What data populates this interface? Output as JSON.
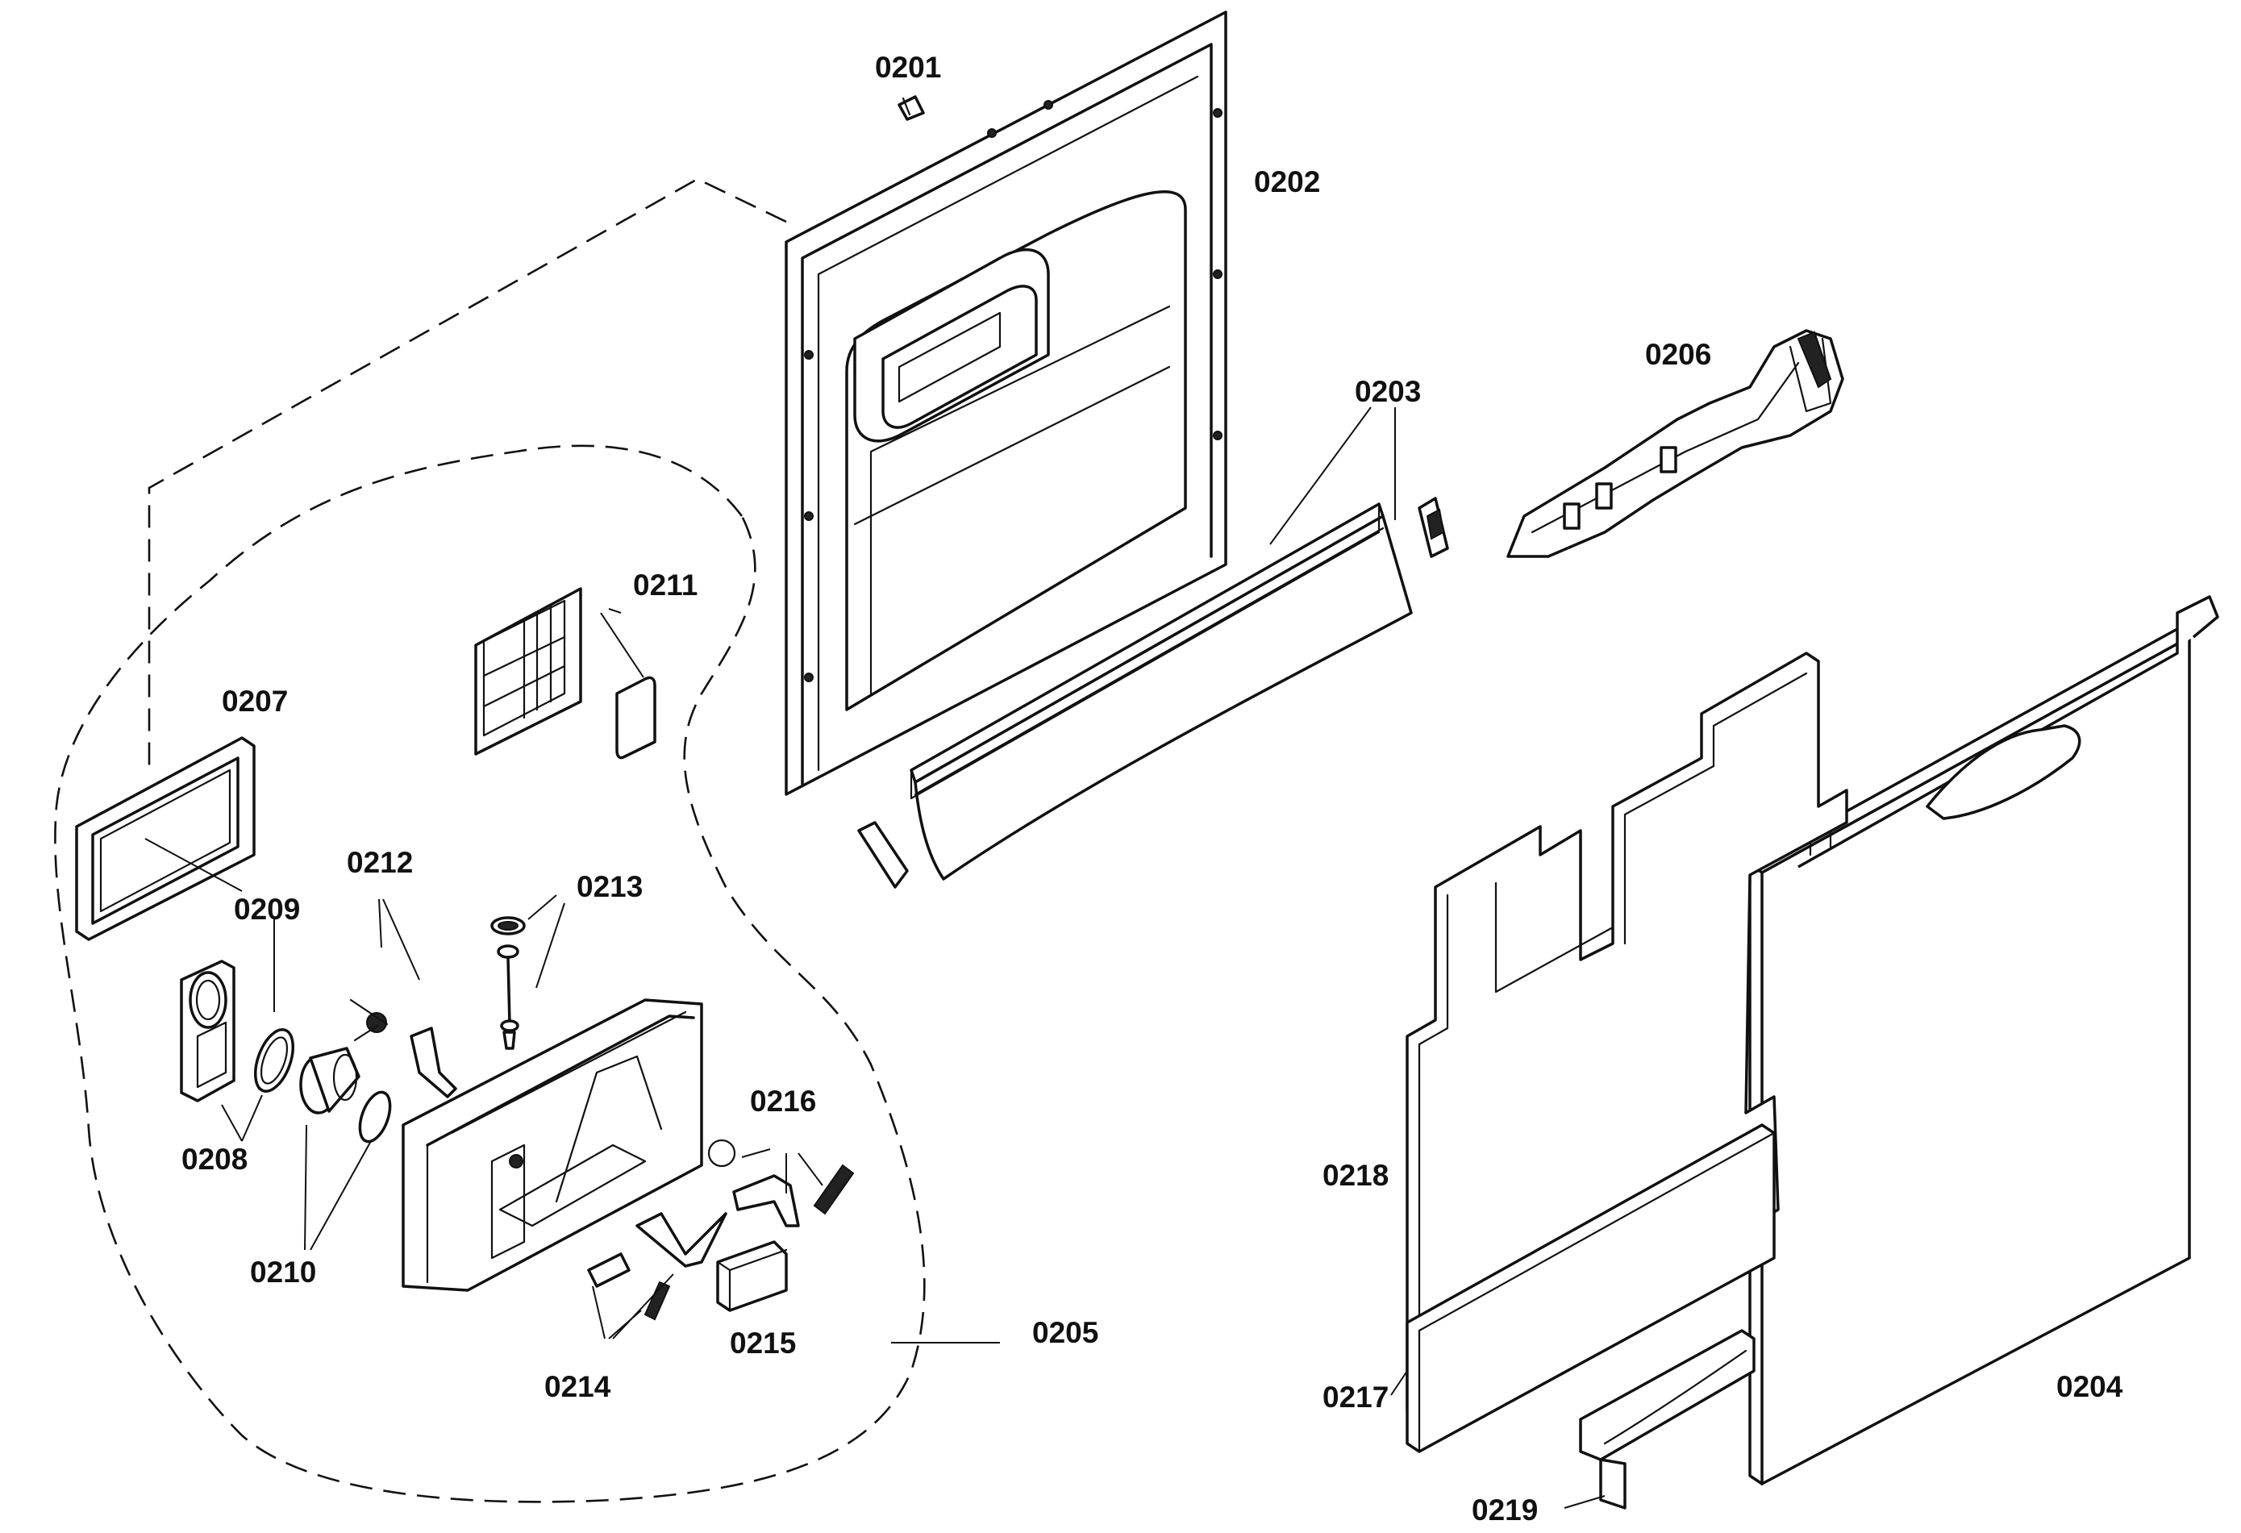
{
  "diagram": {
    "type": "exploded-parts-diagram",
    "labels": [
      {
        "id": "0201",
        "text": "0201"
      },
      {
        "id": "0202",
        "text": "0202"
      },
      {
        "id": "0203",
        "text": "0203"
      },
      {
        "id": "0204",
        "text": "0204"
      },
      {
        "id": "0205",
        "text": "0205"
      },
      {
        "id": "0206",
        "text": "0206"
      },
      {
        "id": "0207",
        "text": "0207"
      },
      {
        "id": "0208",
        "text": "0208"
      },
      {
        "id": "0209",
        "text": "0209"
      },
      {
        "id": "0210",
        "text": "0210"
      },
      {
        "id": "0211",
        "text": "0211"
      },
      {
        "id": "0212",
        "text": "0212"
      },
      {
        "id": "0213",
        "text": "0213"
      },
      {
        "id": "0214",
        "text": "0214"
      },
      {
        "id": "0215",
        "text": "0215"
      },
      {
        "id": "0216",
        "text": "0216"
      },
      {
        "id": "0217",
        "text": "0217"
      },
      {
        "id": "0218",
        "text": "0218"
      },
      {
        "id": "0219",
        "text": "0219"
      }
    ]
  }
}
